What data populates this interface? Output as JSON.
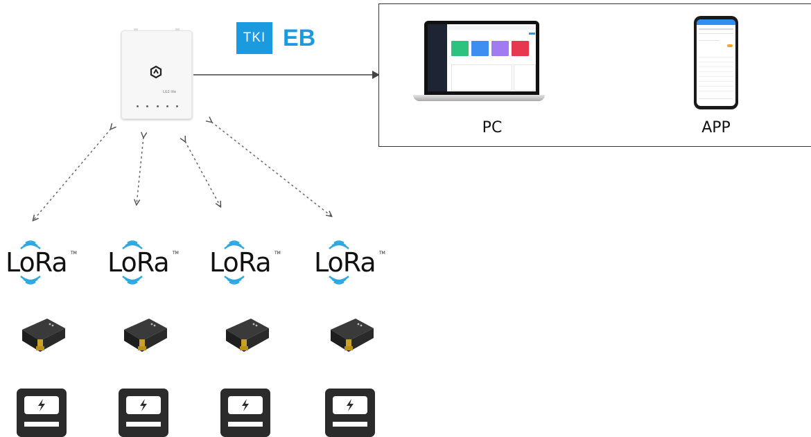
{
  "gateway": {
    "model_text": "LG2 lite"
  },
  "logos": {
    "tki": "TKI",
    "eb": "EB"
  },
  "panel": {
    "pc_caption": "PC",
    "app_caption": "APP"
  },
  "lora": {
    "label": "LoRa",
    "tm": "TM"
  },
  "colors": {
    "lora_wave": "#2fa8df",
    "tki_blue": "#1b9ae0",
    "arrow": "#555555"
  }
}
